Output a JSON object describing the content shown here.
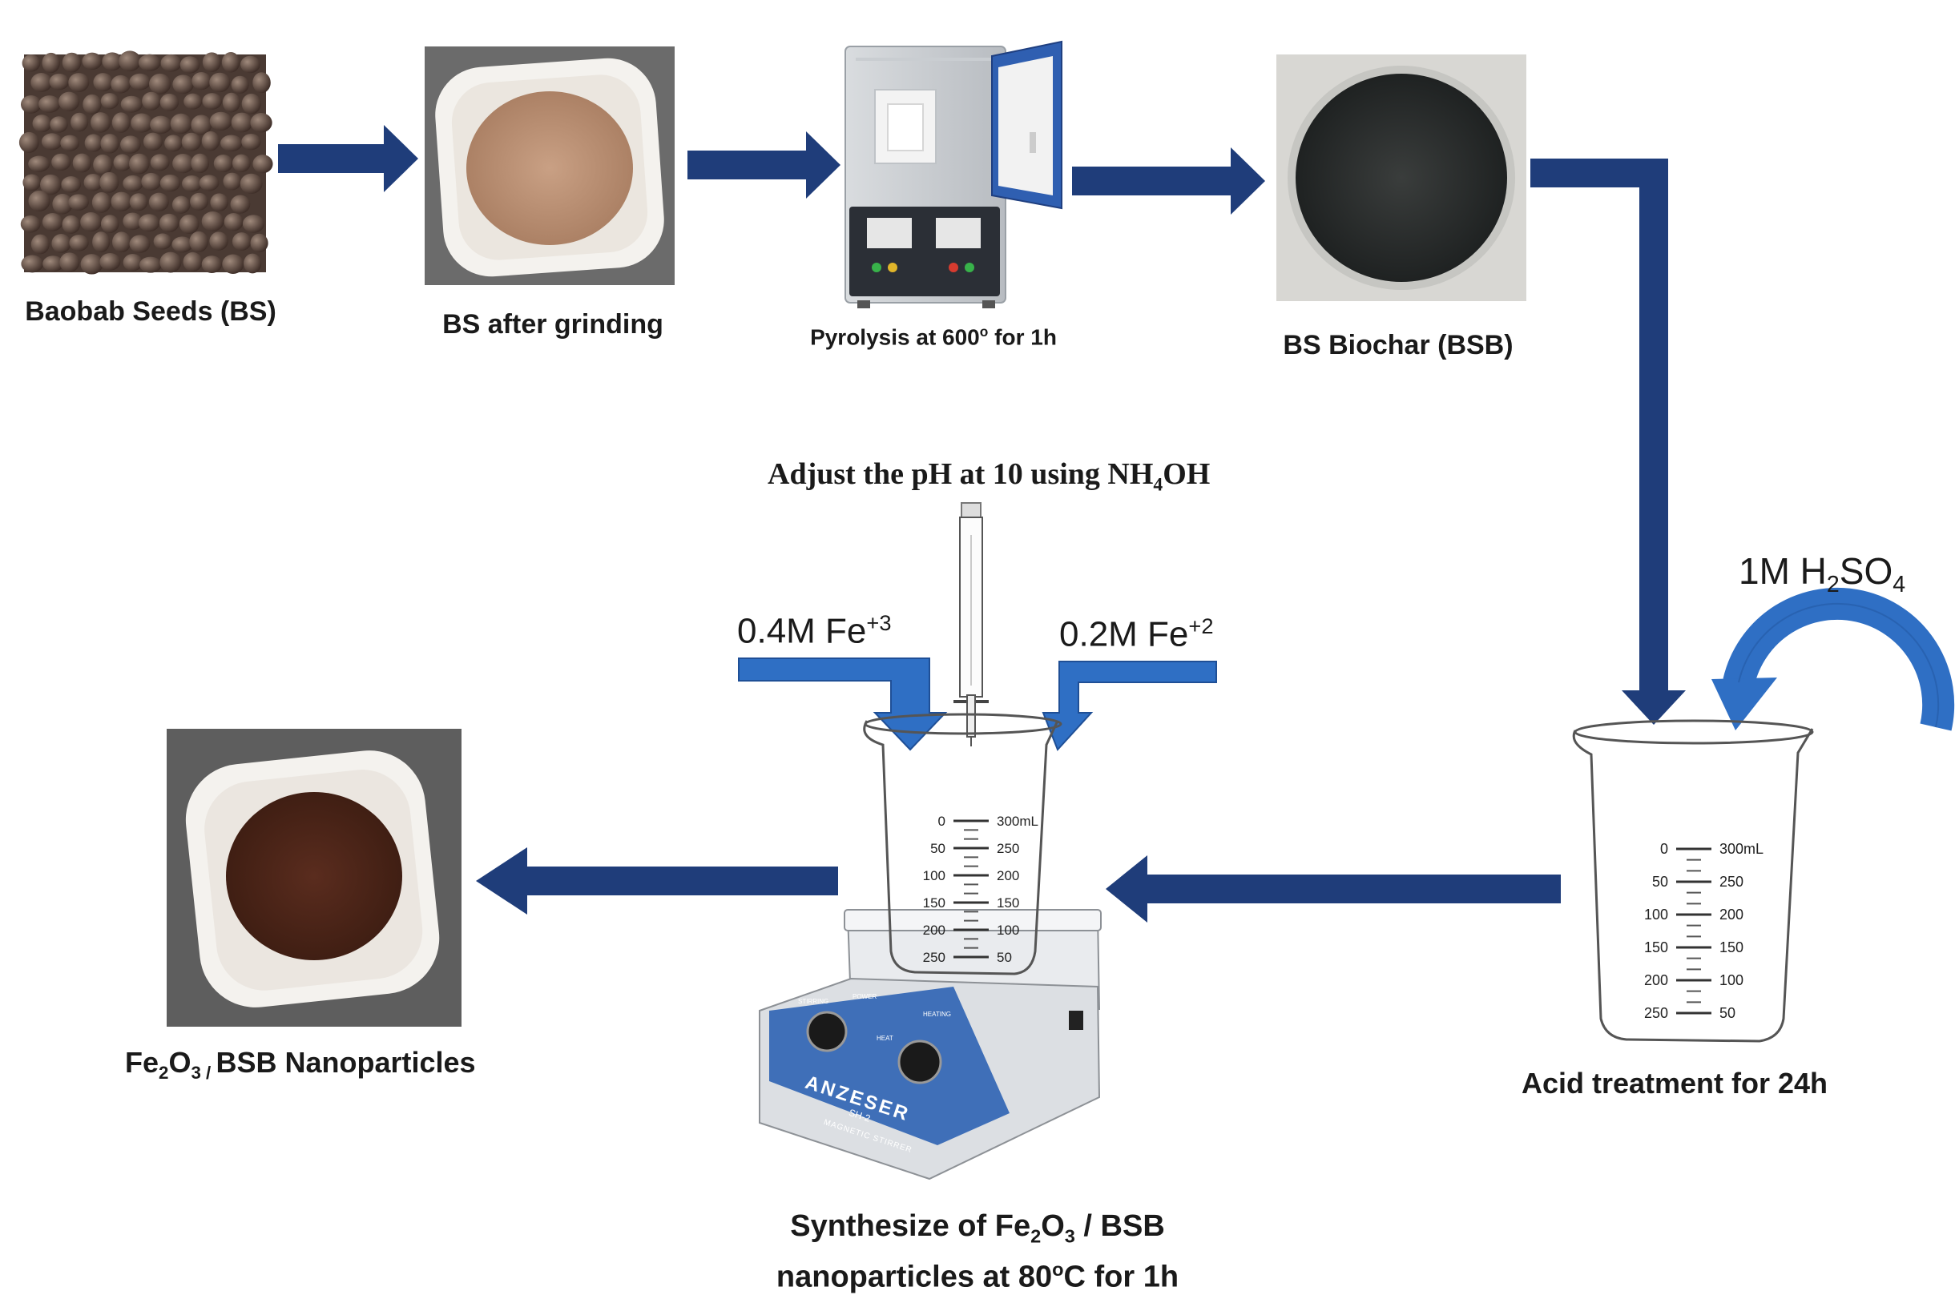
{
  "steps": {
    "seeds": {
      "label": "Baobab Seeds (BS)"
    },
    "grinding": {
      "label": "BS after grinding"
    },
    "pyrolysis": {
      "label_main": "Pyrolysis at 600",
      "label_sup": "o",
      "label_tail": " for 1h"
    },
    "biochar": {
      "label": "BS Biochar (BSB)"
    },
    "acid": {
      "label": "Acid treatment  for 24h",
      "reagent_main": "1M H",
      "reagent_sub1": "2",
      "reagent_mid": "SO",
      "reagent_sub2": "4"
    },
    "synthesis": {
      "line1_a": "Synthesize of Fe",
      "line1_sub1": "2",
      "line1_b": "O",
      "line1_sub2": "3",
      "line1_c": " / BSB",
      "line2": "nanoparticles at 80",
      "line2_sup": "o",
      "line2_tail": "C for 1h",
      "ph_a": "Adjust the pH at 10 using NH",
      "ph_sub": "4",
      "ph_b": "OH",
      "fe3_main": "0.4M Fe",
      "fe3_sup": "+3",
      "fe2_main": "0.2M Fe",
      "fe2_sup": "+2"
    },
    "product": {
      "label_a": "Fe",
      "label_sub1": "2",
      "label_b": "O",
      "label_sub2": "3 / ",
      "label_c": "BSB Nanoparticles"
    }
  },
  "beaker_scale": {
    "left_ticks": [
      "0",
      "50",
      "100",
      "150",
      "200",
      "250"
    ],
    "right_ticks": [
      "300mL",
      "250",
      "200",
      "150",
      "100",
      "50"
    ]
  },
  "stirrer": {
    "brand": "ANZESER",
    "model": "SH-2",
    "subtitle": "MAGNETIC STIRRER",
    "knob_left": "STIRRING",
    "knob_mid": "POWER",
    "knob_right": "HEATING",
    "heat": "HEAT"
  },
  "colors": {
    "arrow_navy": "#1f3d7a",
    "arrow_blue": "#2f6fc4",
    "accent_stirrer": "#3f6fb8"
  }
}
